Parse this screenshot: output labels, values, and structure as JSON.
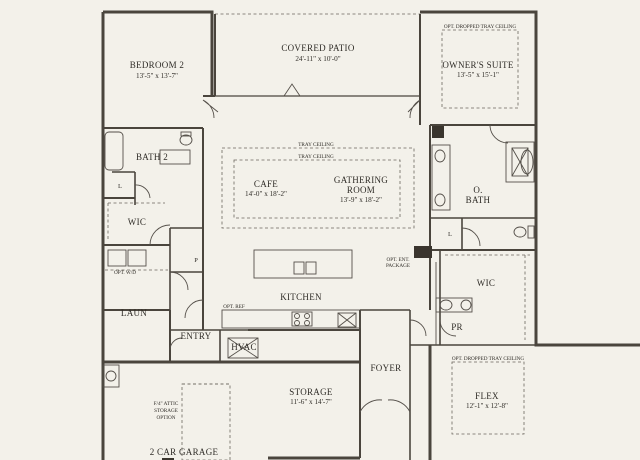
{
  "floorplan": {
    "rooms": {
      "bedroom2": {
        "name": "BEDROOM 2",
        "dims": "13'-5\" x 13'-7\""
      },
      "covered_patio": {
        "name": "COVERED PATIO",
        "dims": "24'-11\" x 10'-0\""
      },
      "owners_suite": {
        "name": "OWNER'S SUITE",
        "dims": "13'-5\" x 15'-1\""
      },
      "bath2": {
        "name": "BATH 2"
      },
      "wic_left": {
        "name": "WIC"
      },
      "cafe": {
        "name": "CAFE",
        "dims": "14'-0\" x 18'-2\""
      },
      "gathering_room": {
        "name_line1": "GATHERING",
        "name_line2": "ROOM",
        "dims": "13'-9\" x 18'-2\""
      },
      "o_bath": {
        "name_line1": "O.",
        "name_line2": "BATH"
      },
      "kitchen": {
        "name": "KITCHEN"
      },
      "wic_right": {
        "name": "WIC"
      },
      "laun": {
        "name": "LAUN"
      },
      "entry": {
        "name": "ENTRY"
      },
      "hvac": {
        "name": "HVAC"
      },
      "pr": {
        "name": "PR"
      },
      "foyer": {
        "name": "FOYER"
      },
      "storage": {
        "name": "STORAGE",
        "dims": "11'-6\" x 14'-7\""
      },
      "flex": {
        "name": "FLEX",
        "dims": "12'-1\" x 12'-8\""
      },
      "garage": {
        "name": "2 CAR GARAGE"
      }
    },
    "notes": {
      "tray_ceiling_outer": "TRAY CEILING",
      "tray_ceiling_inner": "TRAY CEILING",
      "opt_dropped_tray_owner": "OPT. DROPPED TRAY CEILING",
      "opt_dropped_tray_flex": "OPT. DROPPED TRAY CEILING",
      "opt_wd": "OPT. W/D",
      "opt_ref": "OPT. REF",
      "opt_ent_line1": "OPT. ENT.",
      "opt_ent_line2": "PACKAGE",
      "attic_line1": "F/4\" ATTIC",
      "attic_line2": "STORAGE",
      "attic_line3": "OPTION",
      "pantry": "P",
      "linen_left": "L",
      "linen_right": "L"
    }
  }
}
